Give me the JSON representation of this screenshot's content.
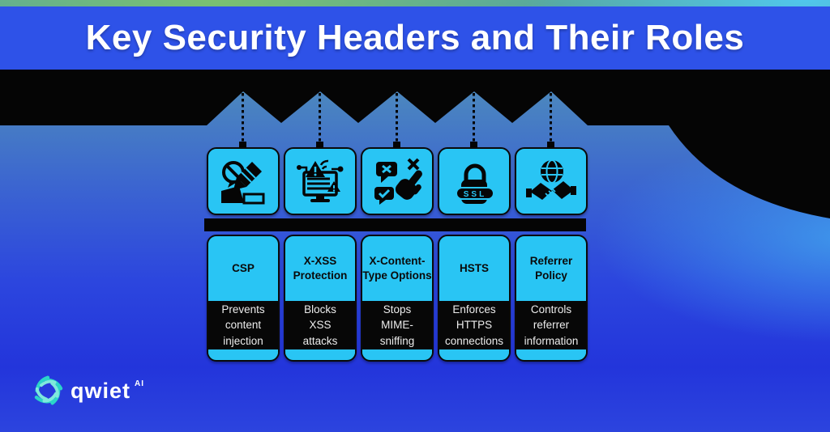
{
  "title": "Key Security Headers and Their Roles",
  "brand": {
    "name": "qwiet",
    "suffix": "AI"
  },
  "colors": {
    "banner_blue": "#2E52E8",
    "card_cyan": "#29C5F4",
    "band_black": "#050505",
    "title_text": "#FFFFFF",
    "label_text": "#0A0A0A",
    "description_text": "#ECECEC",
    "logo_teal": "#2BD4C9",
    "bg_green_top": "#7BC173",
    "bg_cyan_top_right": "#4FC7EE",
    "bg_blue_bottom": "#2334DB"
  },
  "cards": [
    {
      "icon": "no-injection-icon",
      "label_lines": [
        "CSP",
        ""
      ],
      "description_lines": [
        "Prevents",
        "content",
        "injection"
      ]
    },
    {
      "icon": "xss-warning-icon",
      "label_lines": [
        "X-XSS",
        "Protection"
      ],
      "description_lines": [
        "Blocks",
        "XSS",
        "attacks"
      ]
    },
    {
      "icon": "click-bubbles-icon",
      "label_lines": [
        "X-Content-",
        "Type Options"
      ],
      "description_lines": [
        "Stops",
        "MIME-",
        "sniffing"
      ]
    },
    {
      "icon": "ssl-lock-icon",
      "icon_text": "SSL",
      "label_lines": [
        "HSTS",
        ""
      ],
      "description_lines": [
        "Enforces",
        "HTTPS",
        "connections"
      ]
    },
    {
      "icon": "globe-handshake-icon",
      "label_lines": [
        "Referrer",
        "Policy"
      ],
      "description_lines": [
        "Controls",
        "referrer",
        "information"
      ]
    }
  ]
}
